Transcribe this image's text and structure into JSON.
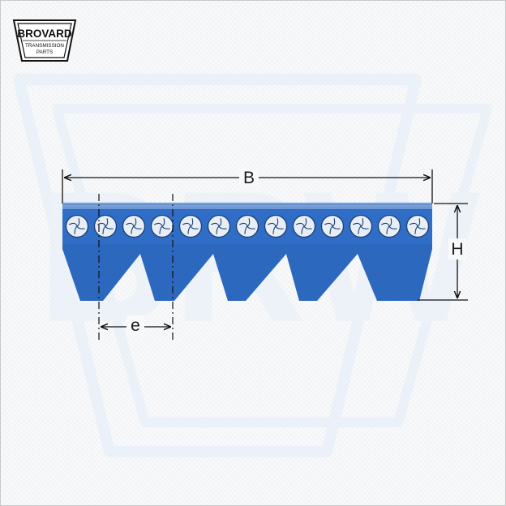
{
  "brand": {
    "name": "BROVARD",
    "line1": "TRANSMISSION",
    "line2": "PARTS"
  },
  "watermark": {
    "text": "BRW"
  },
  "belt": {
    "rib_count": 5,
    "cord_count": 13,
    "color": "#2f6dc7",
    "color_dark": "#1f57ad",
    "cord_fill": "#e8eef6"
  },
  "dimensions": {
    "width_label": "B",
    "height_label": "H",
    "pitch_label": "e"
  }
}
